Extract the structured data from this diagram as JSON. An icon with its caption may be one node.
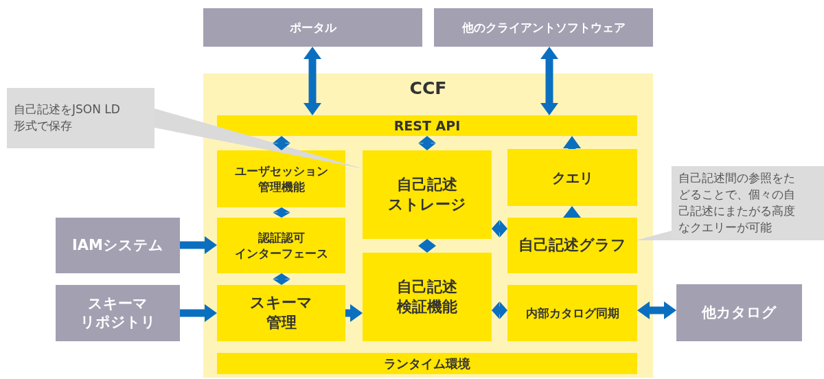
{
  "diagram": {
    "nodes": [
      {
        "text": [
          "ポータル"
        ]
      },
      {
        "text": [
          "他のクライアントソフトウェア"
        ]
      },
      {
        "text": [
          "CCF"
        ]
      },
      {
        "text": [
          "REST API"
        ],
        "in": 2
      },
      {
        "text": [
          "ユーザセッション管理機能"
        ],
        "in": 2
      },
      {
        "text": [
          "認証認可インターフェース"
        ],
        "in": 2
      },
      {
        "text": [
          "スキーマ管理"
        ],
        "in": 2
      },
      {
        "text": [
          "自己記述ストレージ"
        ],
        "in": 2
      },
      {
        "text": [
          "自己記述検証機能"
        ],
        "in": 2
      },
      {
        "text": [
          "クエリ"
        ],
        "in": 2
      },
      {
        "text": [
          "自己記述グラフ"
        ],
        "in": 2
      },
      {
        "text": [
          "内部カタログ同期"
        ],
        "in": 2
      },
      {
        "text": [
          "ランタイム環境"
        ],
        "in": 2
      },
      {
        "text": [
          "IAMシステム"
        ]
      },
      {
        "text": [
          "スキーマリポジトリ"
        ]
      },
      {
        "text": [
          "他カタログ"
        ]
      },
      {
        "text": [
          "自己記述をJSON LD形式で保存"
        ]
      },
      {
        "text": [
          "自己記述間の参照をたどることで、個々の自己記述にまたがる高度なクエリーが可能"
        ]
      }
    ],
    "edges": [
      {
        "from": 0,
        "to": 3,
        "arrow": "both"
      },
      {
        "from": 1,
        "to": 3,
        "arrow": "both"
      },
      {
        "from": 3,
        "to": 4,
        "arrow": "both"
      },
      {
        "from": 3,
        "to": 7,
        "arrow": "both"
      },
      {
        "from": 9,
        "to": 3,
        "arrow": "to"
      },
      {
        "from": 10,
        "to": 9,
        "arrow": "to"
      },
      {
        "from": 4,
        "to": 5,
        "arrow": "both"
      },
      {
        "from": 5,
        "to": 6,
        "arrow": "both"
      },
      {
        "from": 13,
        "to": 5,
        "arrow": "to"
      },
      {
        "from": 14,
        "to": 6,
        "arrow": "to"
      },
      {
        "from": 6,
        "to": 8,
        "arrow": "to"
      },
      {
        "from": 7,
        "to": 8,
        "arrow": "both"
      },
      {
        "from": 7,
        "to": 10,
        "arrow": "both"
      },
      {
        "from": 8,
        "to": 11,
        "arrow": "both"
      },
      {
        "from": 11,
        "to": 15,
        "arrow": "both"
      },
      {
        "from": 16,
        "to": 7,
        "arrow": "none",
        "color": "#dadada"
      },
      {
        "from": 17,
        "to": 10,
        "arrow": "none",
        "color": "#dadada"
      }
    ]
  }
}
